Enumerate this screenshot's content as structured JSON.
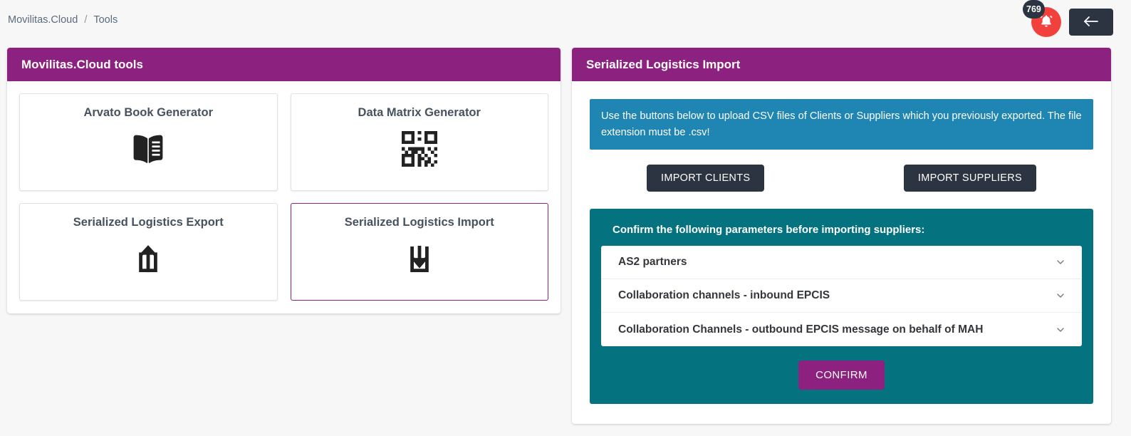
{
  "topbar": {
    "breadcrumb": {
      "root": "Movilitas.Cloud",
      "separator": "/",
      "current": "Tools"
    },
    "notifications": {
      "icon": "bell-icon",
      "count": "769",
      "badge_color": "#2b3440",
      "button_color": "#f2413c"
    },
    "back_button": {
      "icon": "arrow-left-icon",
      "color": "#2b3440"
    }
  },
  "left_panel": {
    "header": "Movilitas.Cloud tools",
    "header_color": "#8d2180",
    "tools": [
      {
        "title": "Arvato Book Generator",
        "icon": "open-book-icon",
        "selected": false
      },
      {
        "title": "Data Matrix Generator",
        "icon": "qr-code-icon",
        "selected": false
      },
      {
        "title": "Serialized Logistics Export",
        "icon": "upload-box-icon",
        "selected": false
      },
      {
        "title": "Serialized Logistics Import",
        "icon": "download-box-icon",
        "selected": true
      }
    ]
  },
  "right_panel": {
    "header": "Serialized Logistics Import",
    "header_color": "#8d2180",
    "info_banner": {
      "text": "Use the buttons below to upload CSV files of Clients or Suppliers which you previously exported. The file extension must be .csv!",
      "color": "#1f86b4"
    },
    "import_buttons": [
      {
        "label": "IMPORT CLIENTS"
      },
      {
        "label": "IMPORT SUPPLIERS"
      }
    ],
    "confirm_panel": {
      "title": "Confirm the following parameters before importing suppliers:",
      "color": "#04727f",
      "accordion_rows": [
        {
          "label": "AS2 partners",
          "icon": "chevron-down-icon"
        },
        {
          "label": "Collaboration channels - inbound EPCIS",
          "icon": "chevron-down-icon"
        },
        {
          "label": "Collaboration Channels - outbound EPCIS message on behalf of MAH",
          "icon": "chevron-down-icon"
        }
      ],
      "confirm_button": {
        "label": "CONFIRM",
        "color": "#8d2180"
      }
    }
  }
}
